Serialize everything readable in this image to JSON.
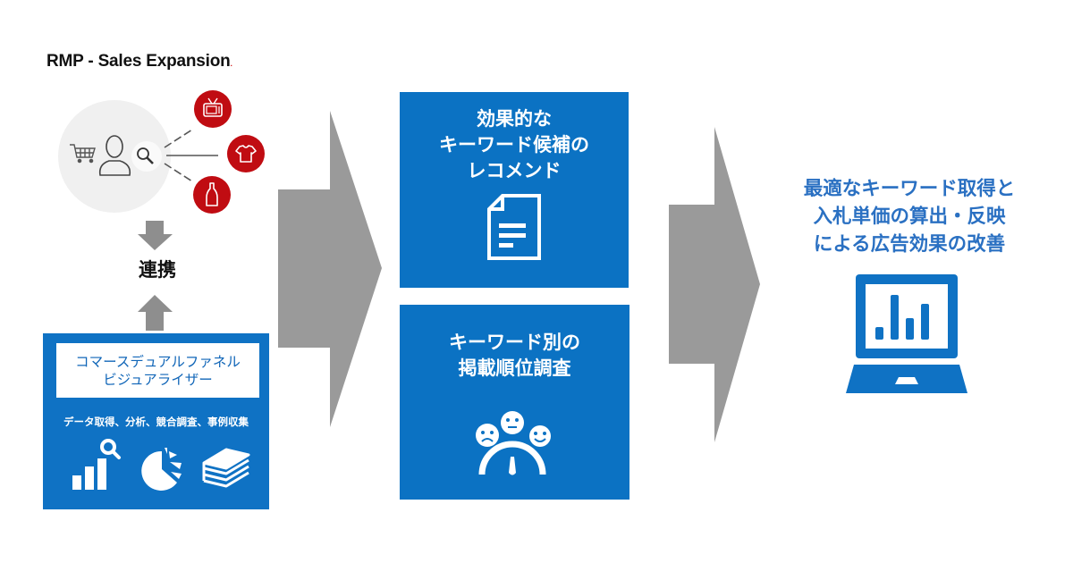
{
  "brand": {
    "title": "RMP - Sales Expansion",
    "title_dot": "."
  },
  "colors": {
    "primary_blue": "#0b72c3",
    "result_text_blue": "#2a70c2",
    "arrow_gray": "#9a9a9a",
    "consumer_red": "#c00c12",
    "consumer_circle_bg": "#f0f0f0"
  },
  "consumer_cluster": {
    "center_icons": [
      "shopping-cart-icon",
      "person-icon",
      "search-icon"
    ],
    "satellite_icons": [
      "tv-icon",
      "tshirt-icon",
      "bottle-icon"
    ]
  },
  "link": {
    "label": "連携"
  },
  "tool_box": {
    "name_line1": "コマースデュアルファネル",
    "name_line2": "ビジュアライザー",
    "caption": "データ取得、分析、競合調査、事例収集",
    "icons": [
      "bar-chart-search-icon",
      "pie-chart-icon",
      "stack-icon"
    ]
  },
  "process_boxes": [
    {
      "lines": [
        "効果的な",
        "キーワード候補の",
        "レコメンド"
      ],
      "icon": "document-icon"
    },
    {
      "lines": [
        "キーワード別の",
        "掲載順位調査"
      ],
      "icon": "satisfaction-gauge-icon"
    }
  ],
  "result": {
    "lines": [
      "最適なキーワード取得と",
      "入札単価の算出・反映",
      "による広告効果の改善"
    ],
    "icon": "laptop-chart-icon"
  }
}
